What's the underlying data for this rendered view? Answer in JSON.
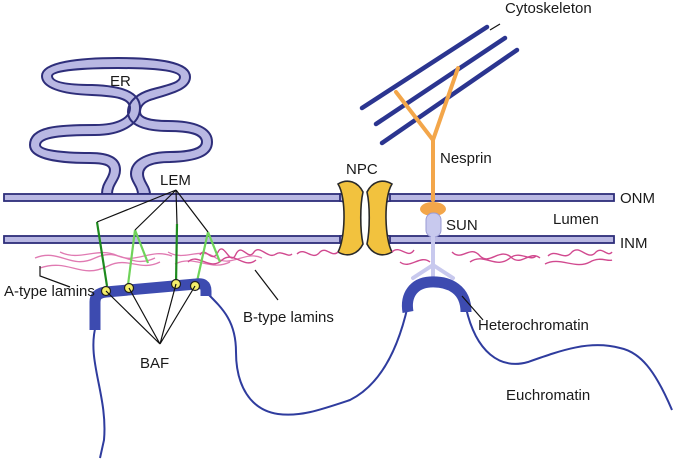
{
  "labels": {
    "cytoskeleton": "Cytoskeleton",
    "er": "ER",
    "lem": "LEM",
    "npc": "NPC",
    "nesprin": "Nesprin",
    "onm": "ONM",
    "sun": "SUN",
    "lumen": "Lumen",
    "inm": "INM",
    "a_type_lamins": "A-type lamins",
    "b_type_lamins": "B-type lamins",
    "heterochromatin": "Heterochromatin",
    "baf": "BAF",
    "euchromatin": "Euchromatin"
  },
  "colors": {
    "membrane_fill": "#b9b8e3",
    "membrane_stroke": "#2e2e7a",
    "lamin_pink": "#d1498f",
    "chromatin_blue": "#2f3c9e",
    "nesprin_orange": "#f3a64a",
    "npc_yellow": "#f2c23e",
    "lem_green": "#1e8a1e",
    "baf_yellow": "#f4ee6a",
    "sun_lavender": "#c8c9ee"
  }
}
